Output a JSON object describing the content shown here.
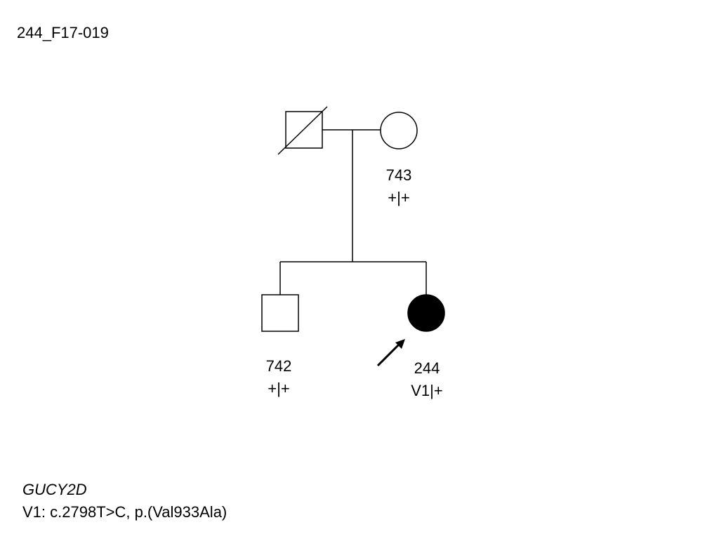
{
  "family_id": "244_F17-019",
  "individuals": {
    "father": {
      "deceased": true,
      "sex": "male",
      "affected": false
    },
    "mother": {
      "id": "743",
      "genotype": "+|+",
      "sex": "female",
      "affected": false
    },
    "brother": {
      "id": "742",
      "genotype": "+|+",
      "sex": "male",
      "affected": false
    },
    "proband": {
      "id": "244",
      "genotype": "V1|+",
      "sex": "female",
      "affected": true
    }
  },
  "gene": "GUCY2D",
  "variant": "V1: c.2798T>C, p.(Val933Ala)",
  "colors": {
    "line": "#000000",
    "affected_fill": "#000000",
    "unaffected_fill": "#ffffff"
  }
}
